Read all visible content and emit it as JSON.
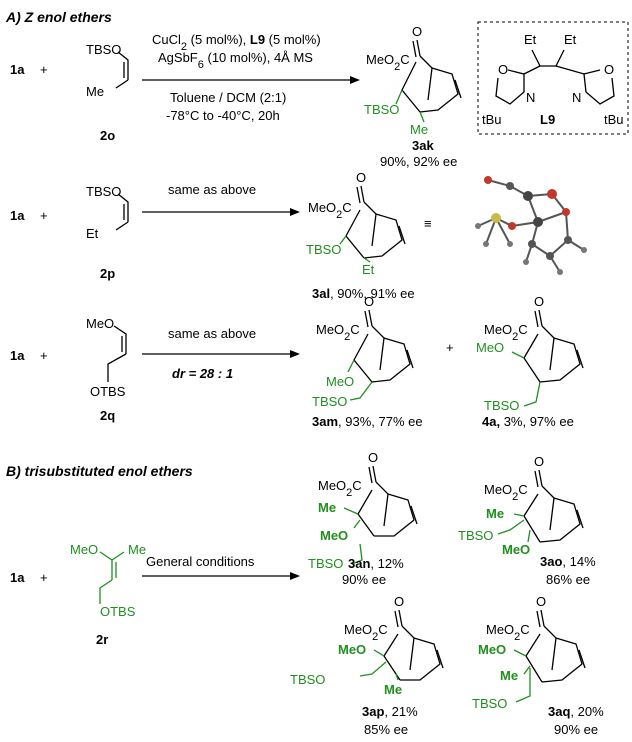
{
  "colors": {
    "green": "#1f8f1f",
    "black": "#000000",
    "atom_red": "#c0392b",
    "atom_gray": "#555555",
    "atom_yellow": "#c9b84a"
  },
  "section_a": {
    "title": "A) Z enol ethers"
  },
  "section_b": {
    "title": "B) trisubstituted enol ethers"
  },
  "rows": {
    "r1": {
      "reactant": "1a",
      "plus": "+",
      "sm_group1": "TBSO",
      "sm_group2": "Me",
      "sm_label": "2o",
      "cond1": "CuCl",
      "cond1_sub": "2",
      "cond1_rest": " (5 mol%), ",
      "cond1_ligand": "L9",
      "cond1_tail": " (5 mol%)",
      "cond2": "AgSbF",
      "cond2_sub": "6",
      "cond2_rest": " (10 mol%), 4Å MS",
      "cond3": "Toluene / DCM (2:1)",
      "cond4": "-78°C to -40°C, 20h",
      "prod_ester": "MeO",
      "prod_ester_sub": "2",
      "prod_ester_c": "C",
      "prod_o": "O",
      "prod_tbso": "TBSO",
      "prod_me": "Me",
      "prod_label": "3ak",
      "prod_yield": "90%, 92% ee"
    },
    "ligand": {
      "et1": "Et",
      "et2": "Et",
      "o1": "O",
      "o2": "O",
      "n1": "N",
      "n2": "N",
      "tbu1": "tBu",
      "tbu2": "tBu",
      "label": "L9"
    },
    "r2": {
      "reactant": "1a",
      "plus": "+",
      "sm_group1": "TBSO",
      "sm_group2": "Et",
      "sm_label": "2p",
      "cond": "same as above",
      "prod_ester": "MeO",
      "prod_ester_sub": "2",
      "prod_ester_c": "C",
      "prod_o": "O",
      "prod_tbso": "TBSO",
      "prod_et": "Et",
      "prod_label": "3al",
      "prod_yield": ", 90%, 91% ee",
      "equiv": "≡"
    },
    "r3": {
      "reactant": "1a",
      "plus": "+",
      "sm_group1": "MeO",
      "sm_group2": "OTBS",
      "sm_label": "2q",
      "cond": "same as above",
      "dr": "dr = 28 : 1",
      "prod1_ester": "MeO",
      "prod1_ester_sub": "2",
      "prod1_ester_c": "C",
      "prod1_o": "O",
      "prod1_meo": "MeO",
      "prod1_tbso": "TBSO",
      "prod1_label": "3am",
      "prod1_yield": ", 93%, 77% ee",
      "plus2": "+",
      "prod2_ester": "MeO",
      "prod2_ester_sub": "2",
      "prod2_ester_c": "C",
      "prod2_o": "O",
      "prod2_meo": "MeO",
      "prod2_tbso": "TBSO",
      "prod2_label": "4a,",
      "prod2_yield": " 3%, 97% ee"
    },
    "r4": {
      "reactant": "1a",
      "plus": "+",
      "sm_group1": "MeO",
      "sm_group2": "Me",
      "sm_group3": "OTBS",
      "sm_label": "2r",
      "cond": "General conditions",
      "p_an": {
        "ester": "MeO",
        "sub": "2",
        "c": "C",
        "o": "O",
        "me": "Me",
        "meo": "MeO",
        "tbso": "TBSO",
        "label": "3an",
        "yield": ", 12%",
        "ee": "90% ee"
      },
      "p_ao": {
        "ester": "MeO",
        "sub": "2",
        "c": "C",
        "o": "O",
        "me": "Me",
        "meo": "MeO",
        "tbso": "TBSO",
        "label": "3ao",
        "yield": ", 14%",
        "ee": "86% ee"
      },
      "p_ap": {
        "ester": "MeO",
        "sub": "2",
        "c": "C",
        "o": "O",
        "me": "Me",
        "meo": "MeO",
        "tbso": "TBSO",
        "label": "3ap",
        "yield": ", 21%",
        "ee": "85% ee"
      },
      "p_aq": {
        "ester": "MeO",
        "sub": "2",
        "c": "C",
        "o": "O",
        "me": "Me",
        "meo": "MeO",
        "tbso": "TBSO",
        "label": "3aq",
        "yield": ", 20%",
        "ee": "90% ee"
      }
    }
  }
}
